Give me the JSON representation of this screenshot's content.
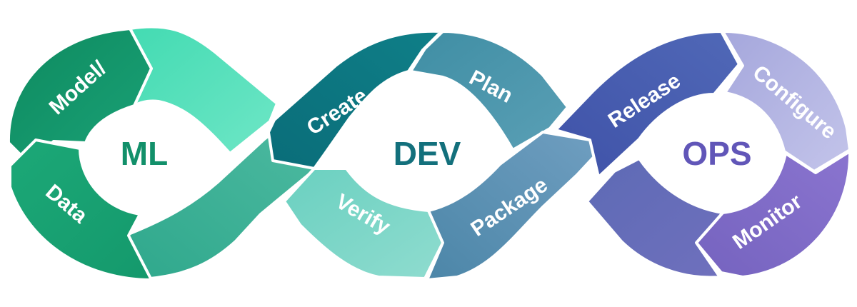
{
  "centers": {
    "ml": {
      "label": "ML",
      "color": "#12906a"
    },
    "dev": {
      "label": "DEV",
      "color": "#13707c"
    },
    "ops": {
      "label": "OPS",
      "color": "#6156b8"
    }
  },
  "segments": {
    "model": {
      "label": "Model/",
      "color_a": "#0e8a5f",
      "color_b": "#1aa277"
    },
    "data": {
      "label": "Data",
      "color_a": "#1ca877",
      "color_b": "#14996c"
    },
    "ml_top": {
      "label": "",
      "color_a": "#43dbb2",
      "color_b": "#6ee6c6"
    },
    "ml_cross": {
      "label": "",
      "color_a": "#2fa88c",
      "color_b": "#4cb9a0"
    },
    "create": {
      "label": "Create",
      "color_a": "#0a6d79",
      "color_b": "#0f7f88"
    },
    "plan": {
      "label": "Plan",
      "color_a": "#3f8ea4",
      "color_b": "#5a9fb5"
    },
    "verify": {
      "label": "Verify",
      "color_a": "#6ad0c0",
      "color_b": "#8fdccf"
    },
    "package": {
      "label": "Package",
      "color_a": "#4c86a8",
      "color_b": "#6f9ec0"
    },
    "release": {
      "label": "Release",
      "color_a": "#3f52a8",
      "color_b": "#5068b7"
    },
    "configure": {
      "label": "Configure",
      "color_a": "#a5a7dc",
      "color_b": "#c3c4ea"
    },
    "monitor": {
      "label": "Monitor",
      "color_a": "#8a74cf",
      "color_b": "#7563bf"
    },
    "ops_lower": {
      "label": "",
      "color_a": "#5d6ab5",
      "color_b": "#6f70bd"
    }
  }
}
